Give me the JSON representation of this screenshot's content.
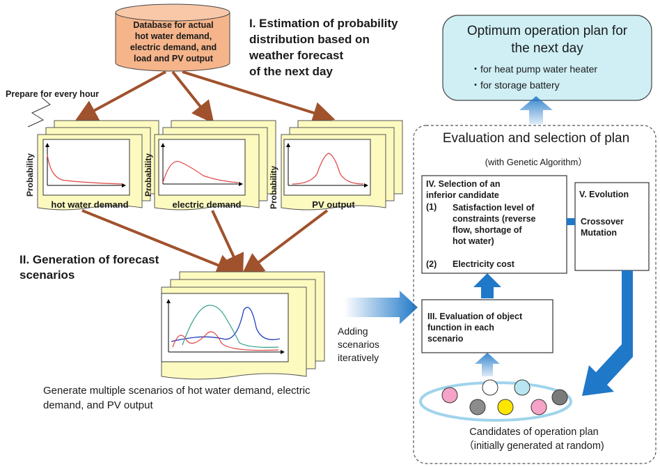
{
  "database": {
    "lines": "Database for actual\nhot water demand,\nelectric demand, and\nload and PV output"
  },
  "step1": {
    "title": "I. Estimation of probability\ndistribution based on\nweather forecast\nof the next day"
  },
  "prepare_label": "Prepare for every hour",
  "distributions": [
    {
      "ylabel": "Probability",
      "label": "hot water demand"
    },
    {
      "ylabel": "Probability",
      "label": "electric demand"
    },
    {
      "ylabel": "Probability",
      "label": "PV output"
    }
  ],
  "step2": {
    "title": "II. Generation of forecast\nscenarios",
    "caption": "Generate multiple scenarios of  hot water demand, electric\ndemand, and PV output"
  },
  "adding_label": "Adding\nscenarios\niteratively",
  "optimum": {
    "title": "Optimum operation plan for\nthe next day",
    "items": [
      "・for heat pump water heater",
      "・for storage battery"
    ]
  },
  "evaluation": {
    "title": "Evaluation and selection of plan",
    "subtitle": "(with Genetic Algorithm）",
    "step3": "III. Evaluation of object\nfunction in each\nscenario",
    "step4_title": "IV. Selection of an\n     inferior candidate",
    "step4_item1_num": "(1)",
    "step4_item1": "Satisfaction level of\nconstraints (reverse\nflow, shortage of\nhot water)",
    "step4_item2_num": "(2)",
    "step4_item2": "Electricity cost",
    "step5_title": "V. Evolution",
    "step5_items": "Crossover\nMutation",
    "candidates_label": "Candidates of operation plan\n（initially generated at random)"
  },
  "colors": {
    "brown_arrow": "#a0522d",
    "blue_arrow": "#1f78c8",
    "pale_yellow": "#fdfac0",
    "light_blue_box": "#cfeff5",
    "db_fill": "#f5b48a",
    "candidate_colors": [
      "#f5a3c7",
      "#ffffff",
      "#b8e6f0",
      "#8c8c8c",
      "#ffe600",
      "#f5a3c7",
      "#7a7a7a"
    ]
  }
}
